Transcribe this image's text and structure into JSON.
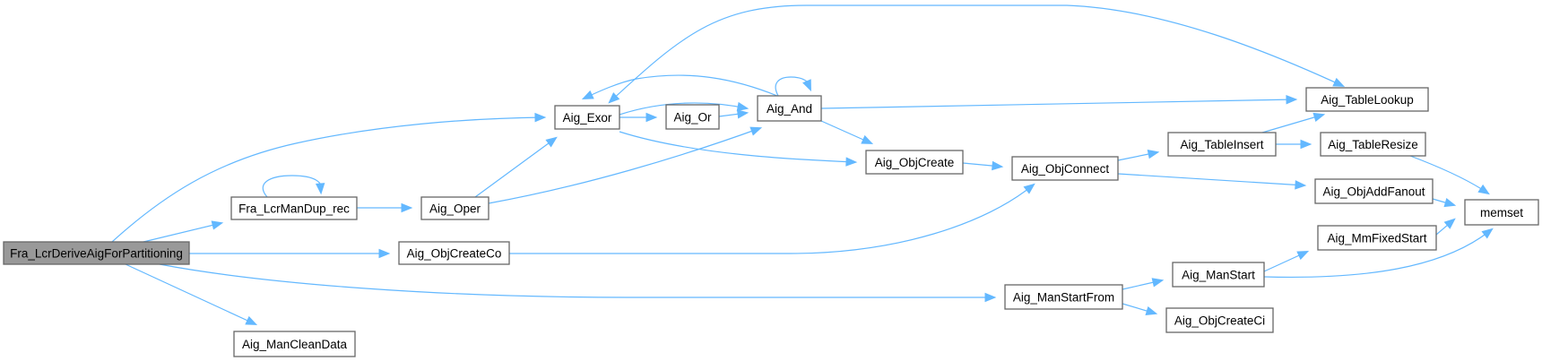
{
  "title": "Fra_LcrDeriveAigForPartitioning call graph",
  "colors": {
    "edge": "#63b8ff",
    "node_border": "#666666",
    "root_fill": "#999999",
    "node_fill": "#ffffff"
  },
  "nodes": [
    {
      "id": "Fra_LcrDeriveAigForPartitioning",
      "label": "Fra_LcrDeriveAigForPartitioning",
      "root": true
    },
    {
      "id": "Fra_LcrManDup_rec",
      "label": "Fra_LcrManDup_rec"
    },
    {
      "id": "Aig_ManCleanData",
      "label": "Aig_ManCleanData"
    },
    {
      "id": "Aig_Oper",
      "label": "Aig_Oper"
    },
    {
      "id": "Aig_ObjCreateCo",
      "label": "Aig_ObjCreateCo"
    },
    {
      "id": "Aig_Exor",
      "label": "Aig_Exor"
    },
    {
      "id": "Aig_Or",
      "label": "Aig_Or"
    },
    {
      "id": "Aig_And",
      "label": "Aig_And"
    },
    {
      "id": "Aig_ObjCreate",
      "label": "Aig_ObjCreate"
    },
    {
      "id": "Aig_ObjConnect",
      "label": "Aig_ObjConnect"
    },
    {
      "id": "Aig_TableLookup",
      "label": "Aig_TableLookup"
    },
    {
      "id": "Aig_TableInsert",
      "label": "Aig_TableInsert"
    },
    {
      "id": "Aig_TableResize",
      "label": "Aig_TableResize"
    },
    {
      "id": "Aig_ObjAddFanout",
      "label": "Aig_ObjAddFanout"
    },
    {
      "id": "memset",
      "label": "memset"
    },
    {
      "id": "Aig_MmFixedStart",
      "label": "Aig_MmFixedStart"
    },
    {
      "id": "Aig_ManStart",
      "label": "Aig_ManStart"
    },
    {
      "id": "Aig_ManStartFrom",
      "label": "Aig_ManStartFrom"
    },
    {
      "id": "Aig_ObjCreateCi",
      "label": "Aig_ObjCreateCi"
    }
  ],
  "edges": [
    {
      "from": "Fra_LcrDeriveAigForPartitioning",
      "to": "Aig_Exor"
    },
    {
      "from": "Fra_LcrDeriveAigForPartitioning",
      "to": "Fra_LcrManDup_rec"
    },
    {
      "from": "Fra_LcrDeriveAigForPartitioning",
      "to": "Aig_ObjCreateCo"
    },
    {
      "from": "Fra_LcrDeriveAigForPartitioning",
      "to": "Aig_ManStartFrom"
    },
    {
      "from": "Fra_LcrDeriveAigForPartitioning",
      "to": "Aig_ManCleanData"
    },
    {
      "from": "Fra_LcrManDup_rec",
      "to": "Fra_LcrManDup_rec"
    },
    {
      "from": "Fra_LcrManDup_rec",
      "to": "Aig_Oper"
    },
    {
      "from": "Aig_Oper",
      "to": "Aig_Exor"
    },
    {
      "from": "Aig_Oper",
      "to": "Aig_And"
    },
    {
      "from": "Aig_Exor",
      "to": "Aig_Or"
    },
    {
      "from": "Aig_Exor",
      "to": "Aig_And"
    },
    {
      "from": "Aig_Exor",
      "to": "Aig_ObjCreate"
    },
    {
      "from": "Aig_Exor",
      "to": "Aig_TableLookup"
    },
    {
      "from": "Aig_Or",
      "to": "Aig_And"
    },
    {
      "from": "Aig_And",
      "to": "Aig_And"
    },
    {
      "from": "Aig_And",
      "to": "Aig_Exor"
    },
    {
      "from": "Aig_And",
      "to": "Aig_ObjCreate"
    },
    {
      "from": "Aig_And",
      "to": "Aig_TableLookup"
    },
    {
      "from": "Aig_ObjCreate",
      "to": "Aig_ObjConnect"
    },
    {
      "from": "Aig_ObjCreateCo",
      "to": "Aig_ObjConnect"
    },
    {
      "from": "Aig_ObjConnect",
      "to": "Aig_TableInsert"
    },
    {
      "from": "Aig_ObjConnect",
      "to": "Aig_ObjAddFanout"
    },
    {
      "from": "Aig_TableInsert",
      "to": "Aig_TableLookup"
    },
    {
      "from": "Aig_TableInsert",
      "to": "Aig_TableResize"
    },
    {
      "from": "Aig_TableResize",
      "to": "memset"
    },
    {
      "from": "Aig_ObjAddFanout",
      "to": "memset"
    },
    {
      "from": "Aig_MmFixedStart",
      "to": "memset"
    },
    {
      "from": "Aig_ManStartFrom",
      "to": "Aig_ManStart"
    },
    {
      "from": "Aig_ManStartFrom",
      "to": "Aig_ObjCreateCi"
    },
    {
      "from": "Aig_ManStart",
      "to": "Aig_MmFixedStart"
    },
    {
      "from": "Aig_ManStart",
      "to": "memset"
    }
  ]
}
